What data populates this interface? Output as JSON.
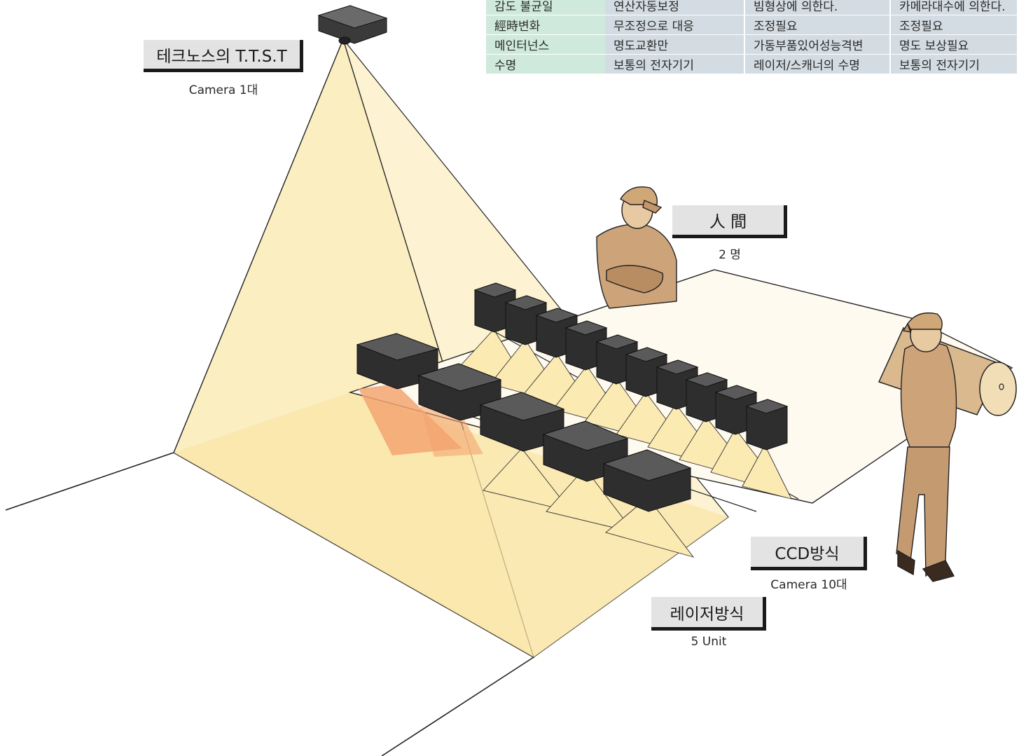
{
  "table": {
    "rows": [
      {
        "label": "감도 불균일",
        "c1": "연산자동보정",
        "c2": "빔형상에 의한다.",
        "c3": "카메라대수에 의한다."
      },
      {
        "label": "經時변화",
        "c1": "무조정으로 대응",
        "c2": "조정필요",
        "c3": "조정필요"
      },
      {
        "label": "메인터넌스",
        "c1": "명도교환만",
        "c2": "가동부품있어성능격변",
        "c3": "명도 보상필요"
      },
      {
        "label": "수명",
        "c1": "보통의 전자기기",
        "c2": "레이저/스캐너의 수명",
        "c3": "보통의 전자기기"
      }
    ]
  },
  "labels": {
    "ttst": {
      "title": "테크노스의 T.T.S.T",
      "sub": "Camera 1대"
    },
    "human": {
      "title": "人 間",
      "sub": "2 명"
    },
    "ccd": {
      "title": "CCD방식",
      "sub": "Camera 10대"
    },
    "laser": {
      "title": "레이저방식",
      "sub": "5 Unit"
    }
  },
  "colors": {
    "light_cone": "#fbeec0",
    "light_edge": "#f6dd92",
    "laser_glow": "#f3a571",
    "device_dark": "#2e2e2e",
    "device_top": "#5a5a5a",
    "worker_suit": "#cda37a",
    "label_bg": "#e3e3e3",
    "table_green": "#cfe9dc",
    "table_gray": "#d3dce2"
  }
}
